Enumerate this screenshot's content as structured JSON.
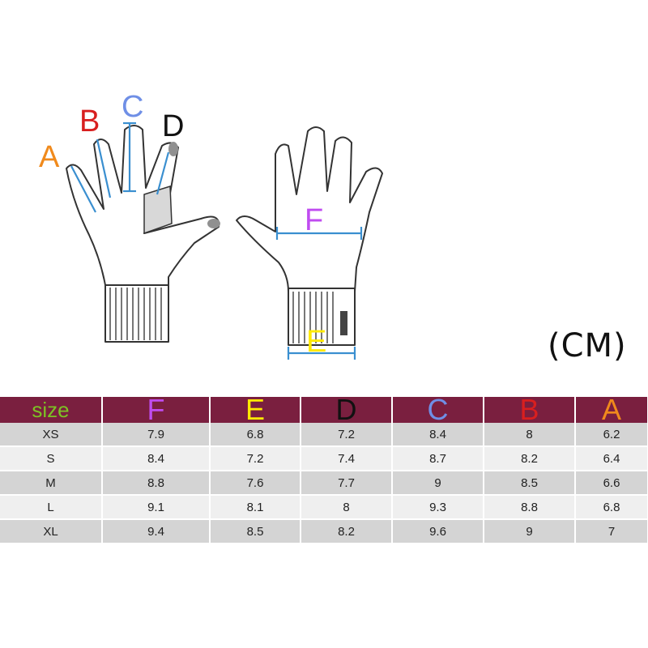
{
  "colors": {
    "header_bg": "#7a1f3f",
    "measure_line": "#3a8fd0",
    "row_dark": "#d4d4d4",
    "row_light": "#efefef",
    "A": "#f08a1c",
    "B": "#d81f1f",
    "C": "#6f8fe6",
    "D": "#111111",
    "E": "#ffea00",
    "F": "#c04cf0",
    "size": "#7cc224"
  },
  "diagram": {
    "labels": {
      "A": "A",
      "B": "B",
      "C": "C",
      "D": "D",
      "E": "E",
      "F": "F"
    }
  },
  "unit_label": "(CM)",
  "table": {
    "headers": [
      "size",
      "F",
      "E",
      "D",
      "C",
      "B",
      "A"
    ],
    "rows": [
      [
        "XS",
        "7.9",
        "6.8",
        "7.2",
        "8.4",
        "8",
        "6.2"
      ],
      [
        "S",
        "8.4",
        "7.2",
        "7.4",
        "8.7",
        "8.2",
        "6.4"
      ],
      [
        "M",
        "8.8",
        "7.6",
        "7.7",
        "9",
        "8.5",
        "6.6"
      ],
      [
        "L",
        "9.1",
        "8.1",
        "8",
        "9.3",
        "8.8",
        "6.8"
      ],
      [
        "XL",
        "9.4",
        "8.5",
        "8.2",
        "9.6",
        "9",
        "7"
      ]
    ]
  }
}
